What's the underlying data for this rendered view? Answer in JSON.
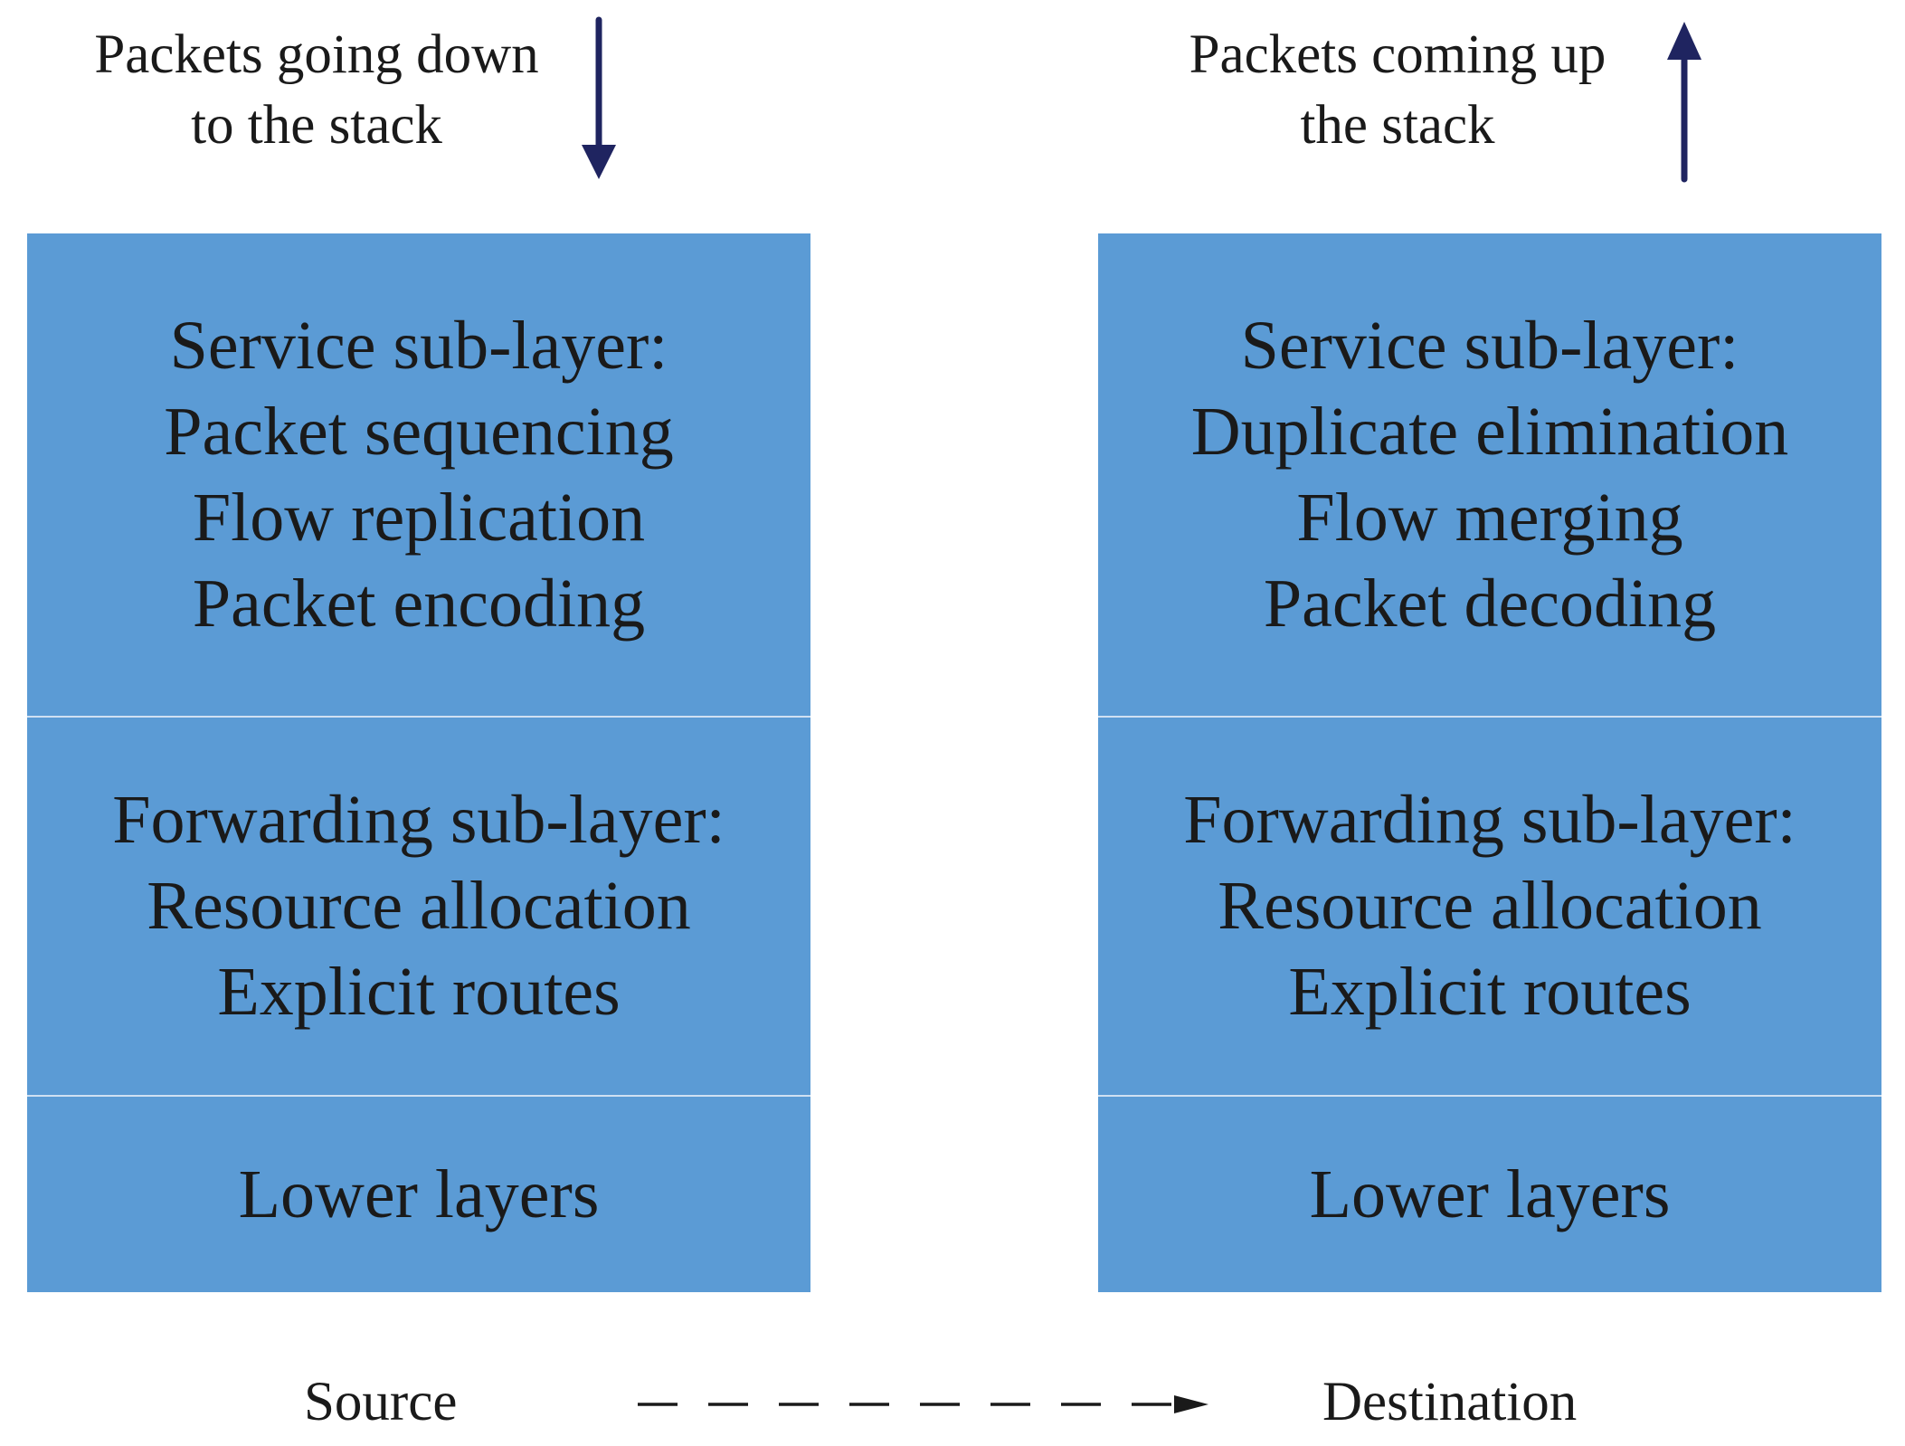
{
  "left_caption": {
    "line1": "Packets going down",
    "line2": "to the stack"
  },
  "right_caption": {
    "line1": "Packets coming up",
    "line2": "the stack"
  },
  "source_stack": {
    "service": {
      "title": "Service sub-layer:",
      "items": [
        "Packet sequencing",
        "Flow replication",
        "Packet encoding"
      ]
    },
    "forwarding": {
      "title": "Forwarding sub-layer:",
      "items": [
        "Resource allocation",
        "Explicit routes"
      ]
    },
    "lower": {
      "title": "Lower layers"
    }
  },
  "destination_stack": {
    "service": {
      "title": "Service sub-layer:",
      "items": [
        "Duplicate elimination",
        "Flow merging",
        "Packet decoding"
      ]
    },
    "forwarding": {
      "title": "Forwarding sub-layer:",
      "items": [
        "Resource allocation",
        "Explicit routes"
      ]
    },
    "lower": {
      "title": "Lower layers"
    }
  },
  "footer": {
    "source_label": "Source",
    "destination_label": "Destination"
  },
  "colors": {
    "layer_fill": "#5b9bd5",
    "arrow": "#1f2460",
    "text": "#1a1a1a"
  }
}
